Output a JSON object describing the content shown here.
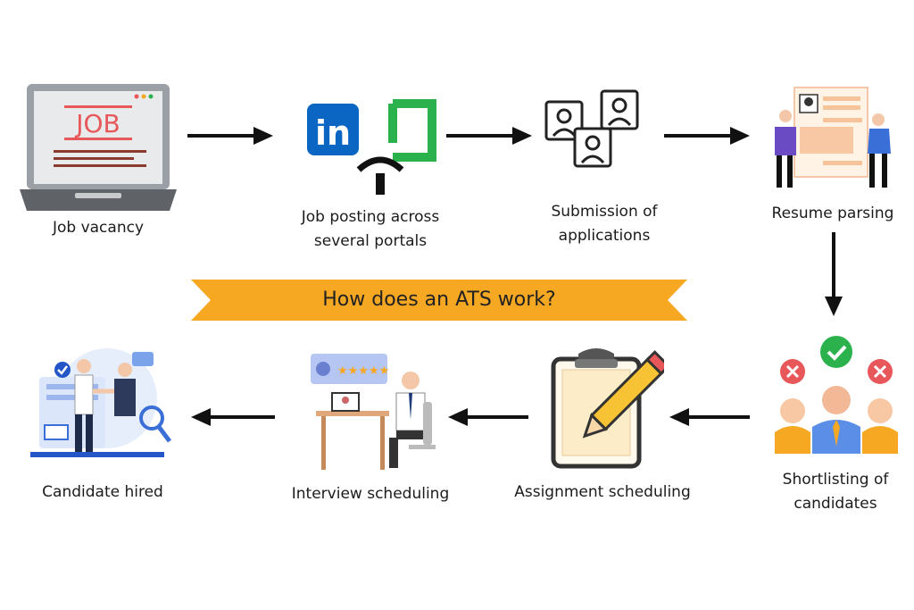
{
  "title": "How does an ATS work?",
  "steps": {
    "job_vacancy": {
      "label": "Job vacancy",
      "sign": "JOB"
    },
    "job_posting": {
      "label_line1": "Job posting across",
      "label_line2": "several portals",
      "logo_text": "in"
    },
    "submission": {
      "label_line1": "Submission of",
      "label_line2": "applications"
    },
    "resume_parsing": {
      "label": "Resume parsing"
    },
    "shortlisting": {
      "label_line1": "Shortlisting of",
      "label_line2": "candidates"
    },
    "assignment": {
      "label": "Assignment scheduling"
    },
    "interview": {
      "label": "Interview scheduling"
    },
    "hired": {
      "label": "Candidate hired"
    }
  },
  "colors": {
    "banner": "#f7a823",
    "linkedin": "#0a66c2",
    "portal_green": "#2bb24c",
    "accent_red": "#e8575a",
    "accent_blue": "#3b6fd8",
    "skin": "#f3c7a8"
  }
}
